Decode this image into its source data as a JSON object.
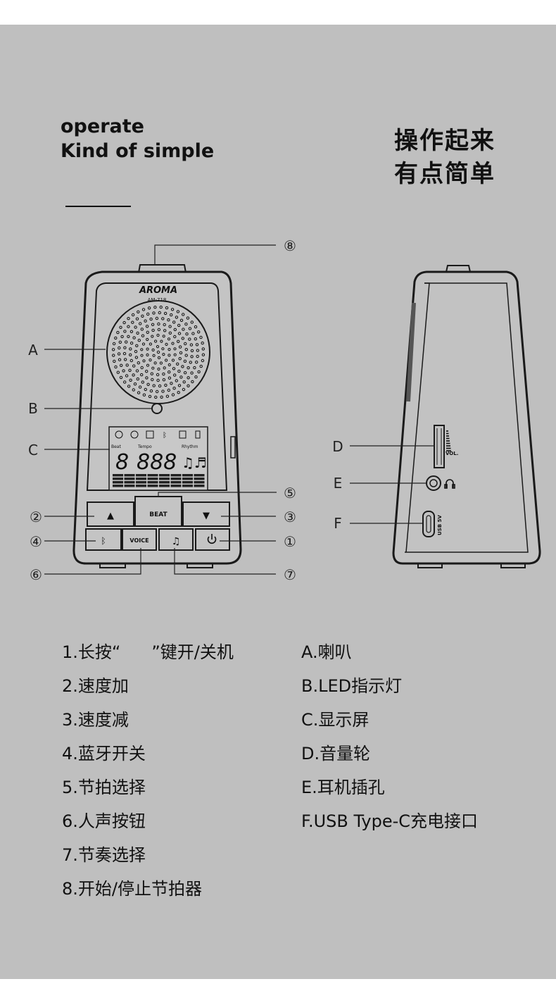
{
  "heading": {
    "en_line1": "operate",
    "en_line2": "Kind of simple",
    "cn_line1": "操作起来",
    "cn_line2": "有点简单"
  },
  "device": {
    "brand": "AROMA",
    "model": "AM-718",
    "lcd": {
      "label_beat": "Beat",
      "label_tempo": "Tempo",
      "label_rhythm": "Rhythm",
      "digits_beat": "8",
      "digits_tempo": "888"
    },
    "buttons": {
      "beat": "BEAT",
      "voice": "VOICE",
      "up_glyph": "▲",
      "down_glyph": "▼"
    },
    "side": {
      "vol_label": "VOL.",
      "usb_label": "USB 5V"
    }
  },
  "callouts": {
    "A": "A",
    "B": "B",
    "C": "C",
    "D": "D",
    "E": "E",
    "F": "F",
    "n1": "①",
    "n2": "②",
    "n3": "③",
    "n4": "④",
    "n5": "⑤",
    "n6": "⑥",
    "n7": "⑦",
    "n8": "⑧"
  },
  "legend_left": [
    {
      "prefix": "1.长按“",
      "suffix": "”键开/关机"
    },
    {
      "text": "2.速度加"
    },
    {
      "text": "3.速度减"
    },
    {
      "text": "4.蓝牙开关"
    },
    {
      "text": "5.节拍选择"
    },
    {
      "text": "6.人声按钮"
    },
    {
      "text": "7.节奏选择"
    },
    {
      "text": "8.开始/停止节拍器"
    }
  ],
  "legend_right": [
    "A.喇叭",
    "B.LED指示灯",
    "C.显示屏",
    "D.音量轮",
    "E.耳机插孔",
    "F.USB Type-C充电接口"
  ],
  "icons": [
    "bluetooth-icon",
    "power-icon",
    "music-note-icon",
    "headphone-icon",
    "usb-c-port-icon",
    "speaker-grille-icon",
    "led-indicator-icon"
  ],
  "colors": {
    "panel": "#bfbfbf",
    "ink": "#111111",
    "white": "#ffffff"
  }
}
